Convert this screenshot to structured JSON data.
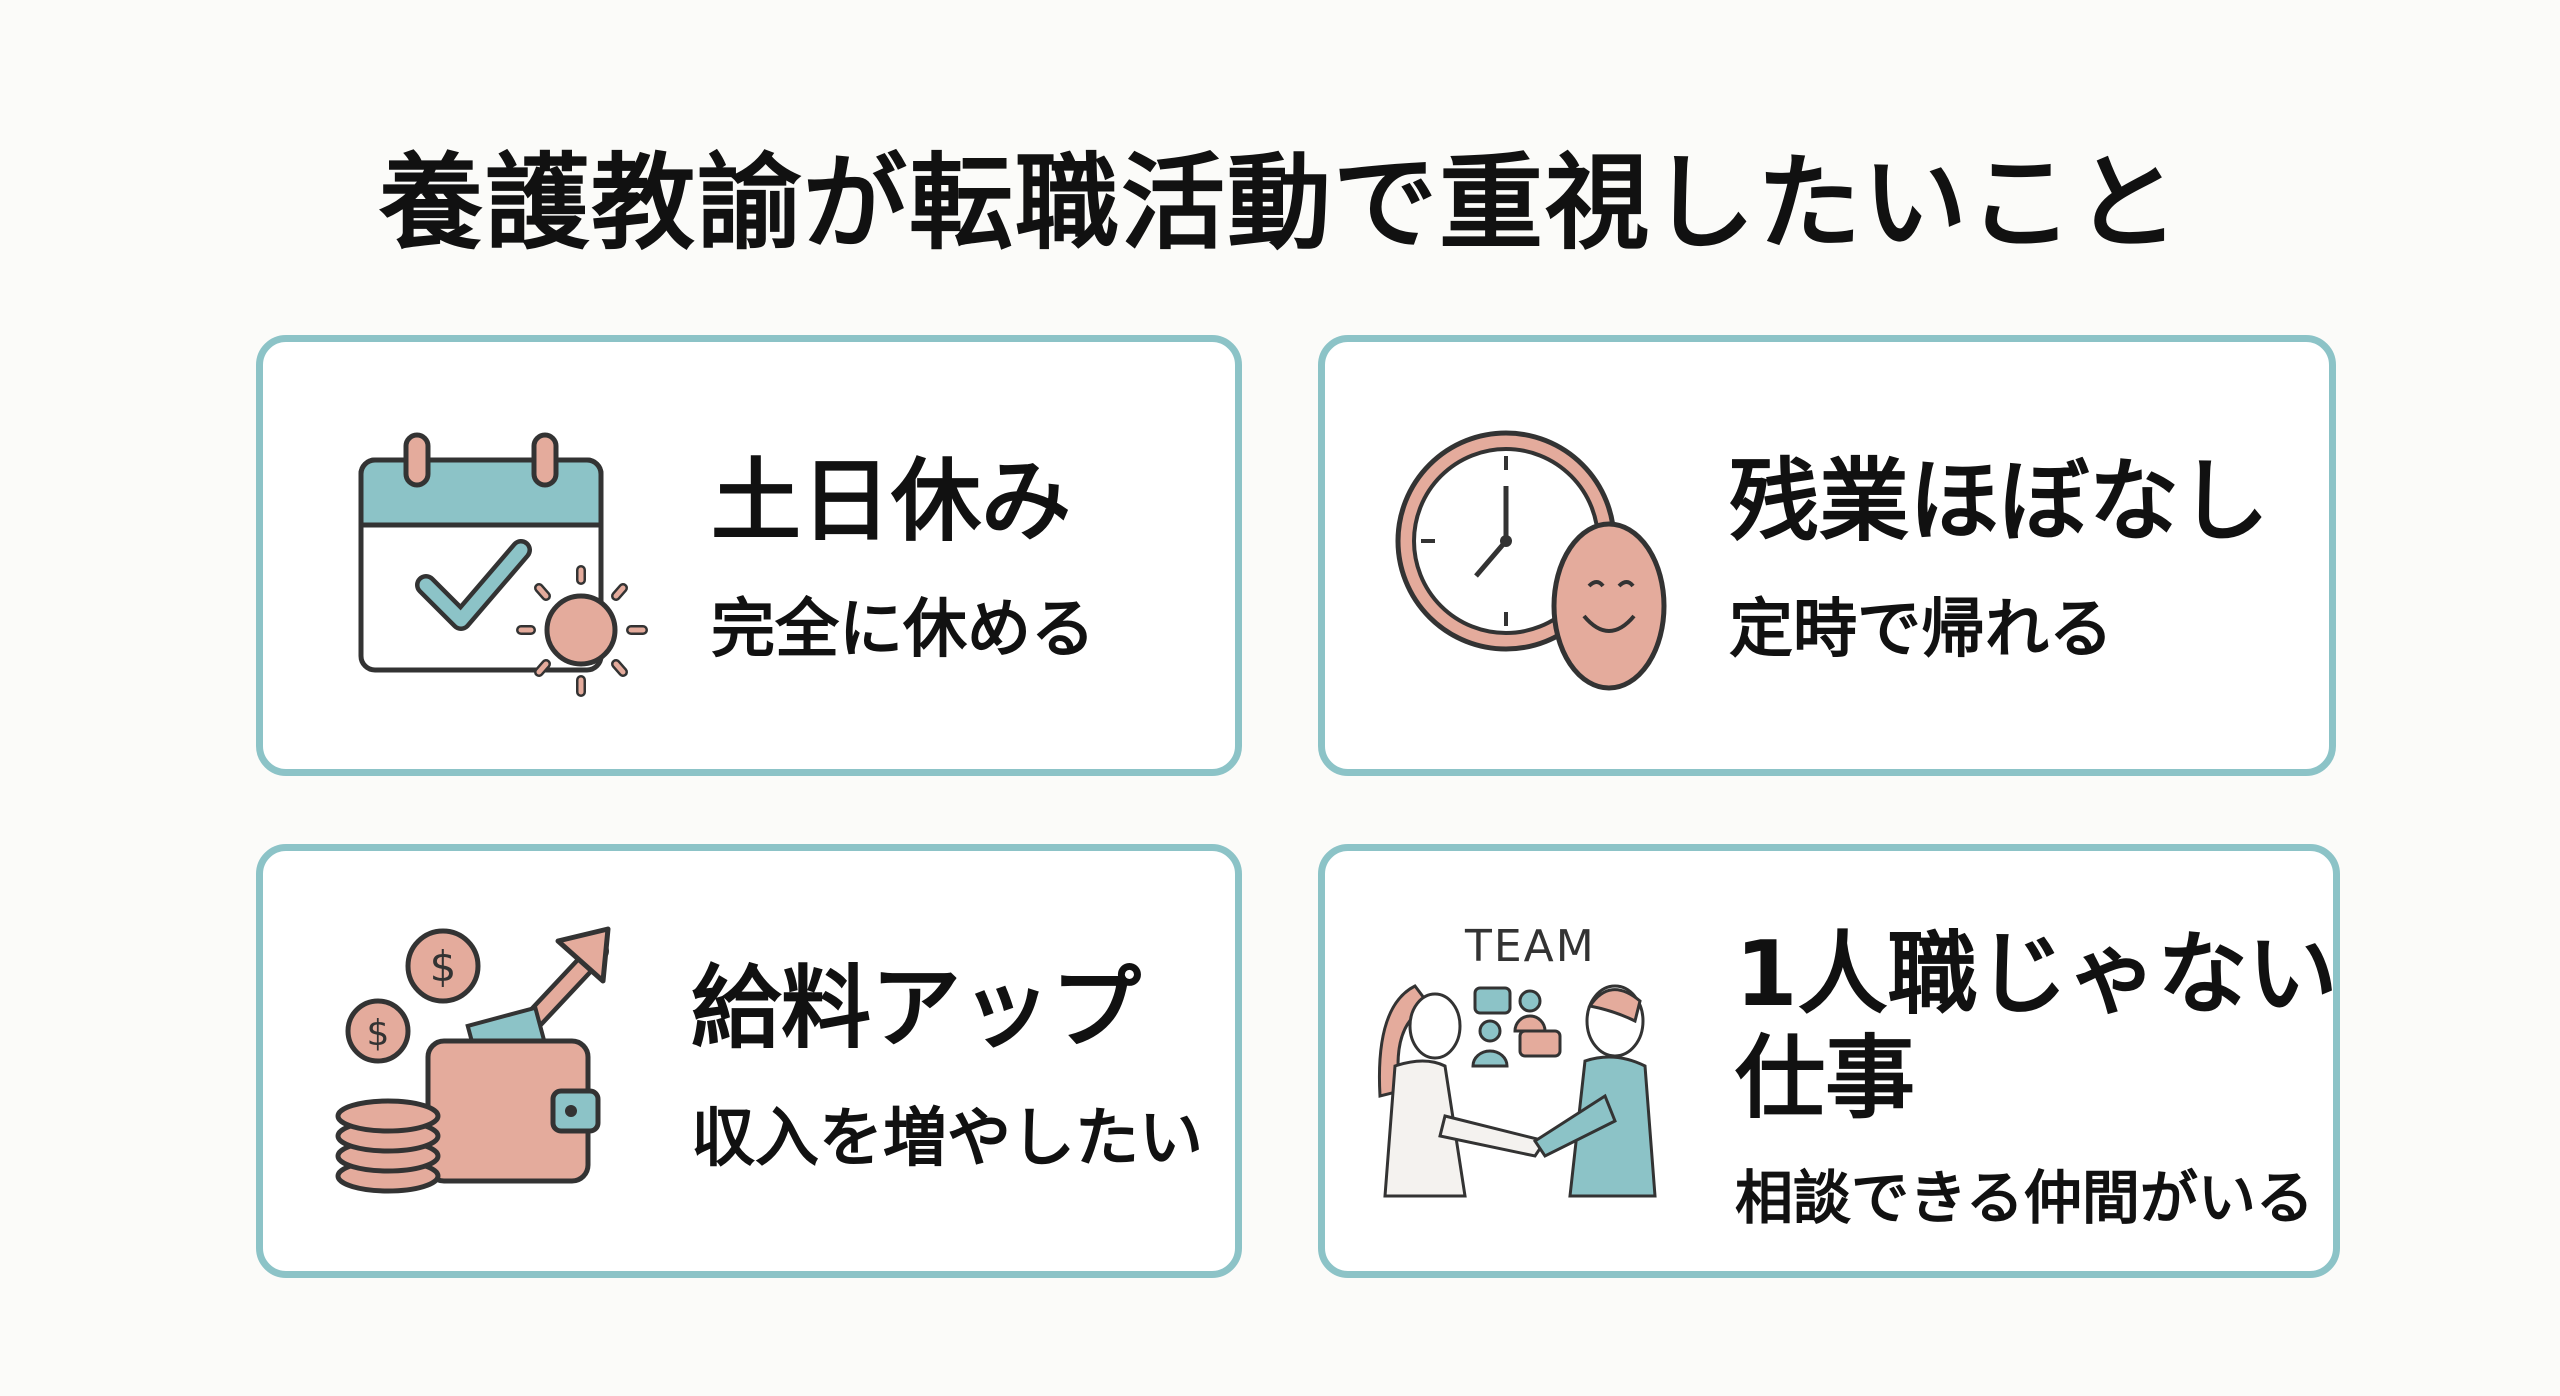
{
  "title": "養護教諭が転職活動で重視したいこと",
  "colors": {
    "border": "#8cc3c7",
    "teal": "#8cc3c7",
    "pink": "#e4ab9c",
    "ink": "#333333"
  },
  "cards": [
    {
      "heading": "土日休み",
      "subtitle": "完全に休める",
      "icon": "calendar-check-sun-icon"
    },
    {
      "heading": "残業ほぼなし",
      "subtitle": "定時で帰れる",
      "icon": "clock-smiley-icon"
    },
    {
      "heading": "給料アップ",
      "subtitle": "収入を増やしたい",
      "icon": "wallet-coins-arrow-icon"
    },
    {
      "heading_line1": "1人職じゃない",
      "heading_line2": "仕事",
      "subtitle": "相談できる仲間がいる",
      "icon": "team-handshake-icon",
      "icon_label": "TEAM"
    }
  ]
}
